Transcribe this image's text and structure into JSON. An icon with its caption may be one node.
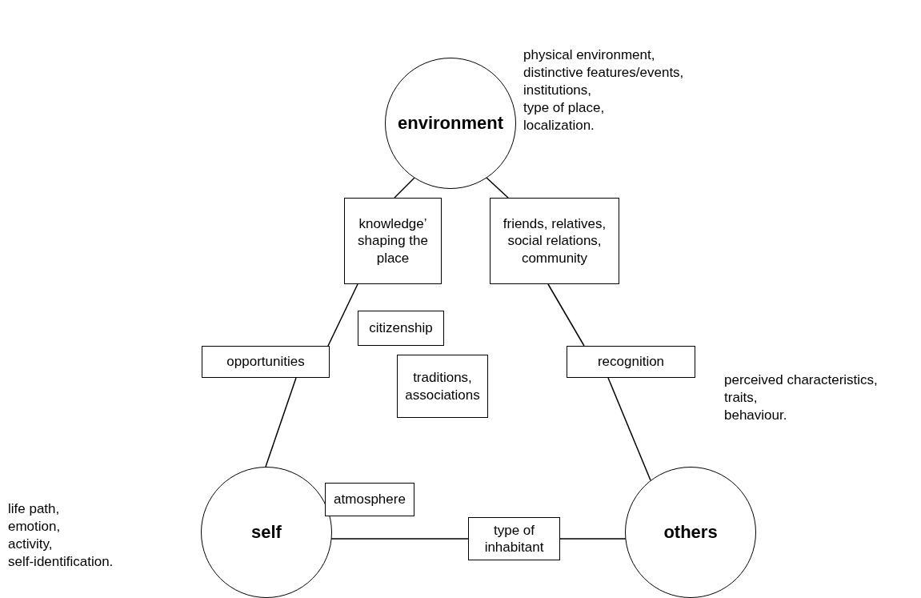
{
  "diagram": {
    "nodes": [
      {
        "text": [
          "environment"
        ],
        "beside": [
          "physical environment,",
          "distinctive features/events,",
          "institutions,",
          "type of place,",
          "localization."
        ]
      },
      {
        "text": [
          "knowledge’ shaping the place"
        ]
      },
      {
        "text": [
          "friends, relatives, social relations, community"
        ]
      },
      {
        "text": [
          "citizenship"
        ]
      },
      {
        "text": [
          "opportunities"
        ]
      },
      {
        "text": [
          "recognition"
        ]
      },
      {
        "text": [
          "traditions, associations"
        ]
      },
      {
        "text": [
          "self"
        ],
        "beside": [
          "life path,",
          "emotion,",
          "activity,",
          "self-identification."
        ]
      },
      {
        "text": [
          "atmosphere"
        ]
      },
      {
        "text": [
          "type of inhabitant"
        ]
      },
      {
        "text": [
          "others"
        ],
        "beside": [
          "perceived characteristics,",
          "traits,",
          "behaviour."
        ]
      }
    ],
    "edges": [
      {
        "from": 0,
        "to": 1,
        "arrow": "none"
      },
      {
        "from": 1,
        "to": 4,
        "arrow": "none"
      },
      {
        "from": 4,
        "to": 7,
        "arrow": "none"
      },
      {
        "from": 0,
        "to": 2,
        "arrow": "none"
      },
      {
        "from": 2,
        "to": 5,
        "arrow": "none"
      },
      {
        "from": 5,
        "to": 10,
        "arrow": "none"
      },
      {
        "from": 7,
        "to": 9,
        "arrow": "none"
      },
      {
        "from": 9,
        "to": 10,
        "arrow": "none"
      }
    ]
  }
}
